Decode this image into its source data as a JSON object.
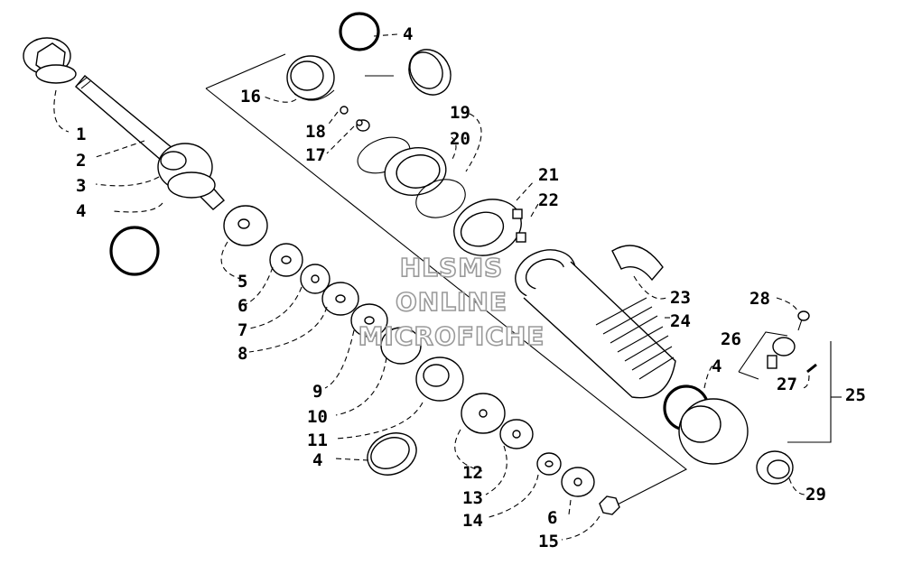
{
  "watermark": {
    "line1": "HLSMS",
    "line2": "ONLINE",
    "line3": "MICROFICHE"
  },
  "callouts": [
    {
      "id": "c1",
      "text": "1"
    },
    {
      "id": "c2",
      "text": "2"
    },
    {
      "id": "c3",
      "text": "3"
    },
    {
      "id": "c4a",
      "text": "4"
    },
    {
      "id": "c5",
      "text": "5"
    },
    {
      "id": "c6a",
      "text": "6"
    },
    {
      "id": "c7",
      "text": "7"
    },
    {
      "id": "c8",
      "text": "8"
    },
    {
      "id": "c9",
      "text": "9"
    },
    {
      "id": "c10",
      "text": "10"
    },
    {
      "id": "c11",
      "text": "11"
    },
    {
      "id": "c4b",
      "text": "4"
    },
    {
      "id": "c12",
      "text": "12"
    },
    {
      "id": "c13",
      "text": "13"
    },
    {
      "id": "c14",
      "text": "14"
    },
    {
      "id": "c6b",
      "text": "6"
    },
    {
      "id": "c15",
      "text": "15"
    },
    {
      "id": "c4c",
      "text": "4"
    },
    {
      "id": "c16",
      "text": "16"
    },
    {
      "id": "c18",
      "text": "18"
    },
    {
      "id": "c17",
      "text": "17"
    },
    {
      "id": "c19",
      "text": "19"
    },
    {
      "id": "c20",
      "text": "20"
    },
    {
      "id": "c21",
      "text": "21"
    },
    {
      "id": "c22",
      "text": "22"
    },
    {
      "id": "c23",
      "text": "23"
    },
    {
      "id": "c24",
      "text": "24"
    },
    {
      "id": "c4d",
      "text": "4"
    },
    {
      "id": "c28",
      "text": "28"
    },
    {
      "id": "c26",
      "text": "26"
    },
    {
      "id": "c27",
      "text": "27"
    },
    {
      "id": "c25",
      "text": "25"
    },
    {
      "id": "c29",
      "text": "29"
    }
  ]
}
